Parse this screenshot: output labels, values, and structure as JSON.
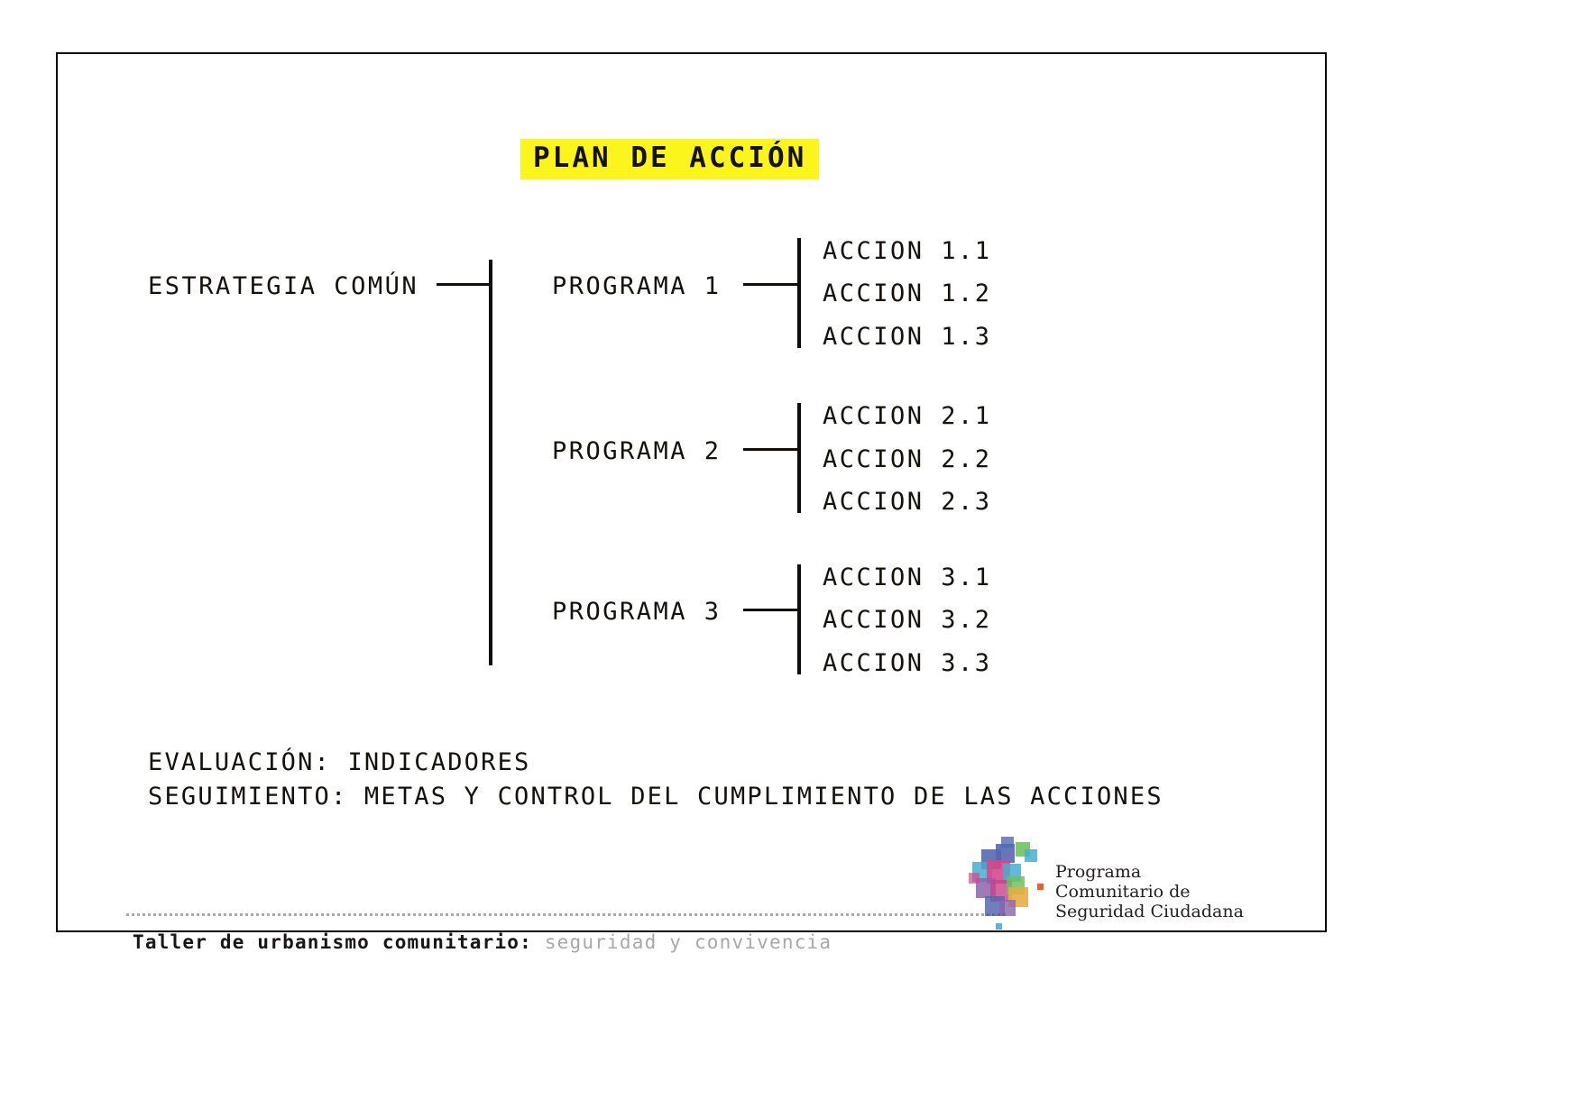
{
  "slide": {
    "title": "PLAN DE ACCIÓN",
    "title_highlight_color": "#fbf51c",
    "root": {
      "label": "ESTRATEGIA COMÚN"
    },
    "programs": [
      {
        "label": "PROGRAMA 1",
        "actions": [
          "ACCION 1.1",
          "ACCION 1.2",
          "ACCION 1.3"
        ]
      },
      {
        "label": "PROGRAMA 2",
        "actions": [
          "ACCION 2.1",
          "ACCION 2.2",
          "ACCION 2.3"
        ]
      },
      {
        "label": "PROGRAMA 3",
        "actions": [
          "ACCION 3.1",
          "ACCION 3.2",
          "ACCION 3.3"
        ]
      }
    ],
    "statements": [
      "EVALUACIÓN: INDICADORES",
      "SEGUIMIENTO: METAS Y CONTROL DEL CUMPLIMIENTO DE LAS ACCIONES"
    ]
  },
  "footer": {
    "credit_bold": "Taller de urbanismo comunitario:",
    "credit_light": " seguridad y convivencia",
    "logo": {
      "line1": "Programa",
      "line2": "Comunitario de",
      "line3": "Seguridad Ciudadana",
      "colors": {
        "magenta": "#d12f7e",
        "blue": "#3b55a4",
        "teal": "#2fa3c7",
        "green": "#5cb947",
        "gold": "#e0a32e",
        "orange": "#e8552b",
        "purple": "#7b4fa0",
        "text": "#231f20"
      }
    }
  }
}
